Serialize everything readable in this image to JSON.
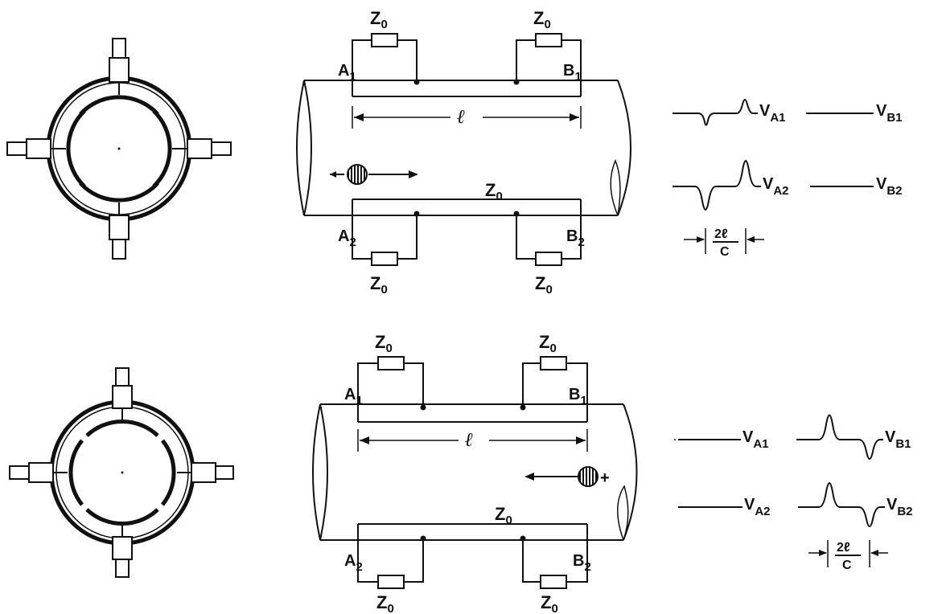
{
  "symbols": {
    "impedance": "Z",
    "impedance_sub": "0",
    "length": "ℓ",
    "plus": "+",
    "fraction_num": "2ℓ",
    "fraction_den": "C"
  },
  "top": {
    "electrode_A1": {
      "main": "A",
      "sub": "1"
    },
    "electrode_B1": {
      "main": "B",
      "sub": "1"
    },
    "electrode_A2": {
      "main": "A",
      "sub": "2"
    },
    "electrode_B2": {
      "main": "B",
      "sub": "2"
    },
    "signal_A1": {
      "main": "V",
      "sub": "A1"
    },
    "signal_B1": {
      "main": "V",
      "sub": "B1"
    },
    "signal_A2": {
      "main": "V",
      "sub": "A2"
    },
    "signal_B2": {
      "main": "V",
      "sub": "B2"
    }
  },
  "bottom": {
    "electrode_A1": {
      "main": "A",
      "sub": "1"
    },
    "electrode_B1": {
      "main": "B",
      "sub": "1"
    },
    "electrode_A2": {
      "main": "A",
      "sub": "2"
    },
    "electrode_B2": {
      "main": "B",
      "sub": "2"
    },
    "signal_A1": {
      "main": "V",
      "sub": "A1"
    },
    "signal_B1": {
      "main": "V",
      "sub": "B1"
    },
    "signal_A2": {
      "main": "V",
      "sub": "A2"
    },
    "signal_B2": {
      "main": "V",
      "sub": "B2"
    }
  }
}
